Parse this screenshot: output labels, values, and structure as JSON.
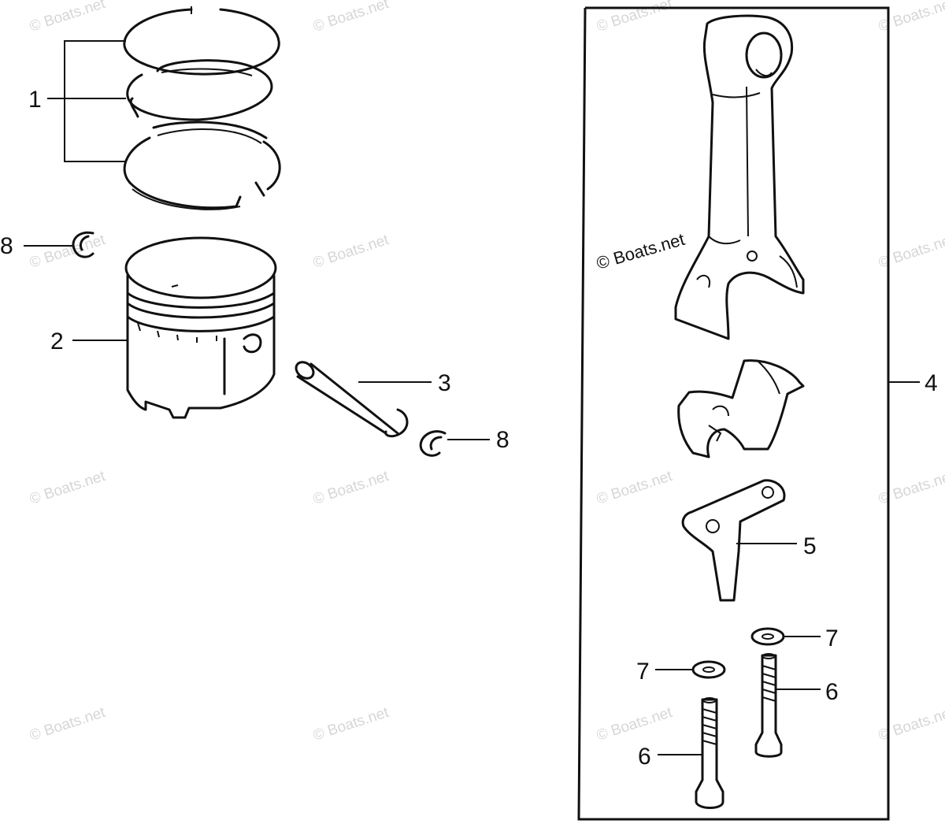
{
  "watermark": "© Boats.net",
  "watermark_label": "© Boats.net",
  "callouts": {
    "c1": "1",
    "c2": "2",
    "c3": "3",
    "c4": "4",
    "c5": "5",
    "c6a": "6",
    "c6b": "6",
    "c7a": "7",
    "c7b": "7",
    "c8a": "8",
    "c8b": "8"
  }
}
